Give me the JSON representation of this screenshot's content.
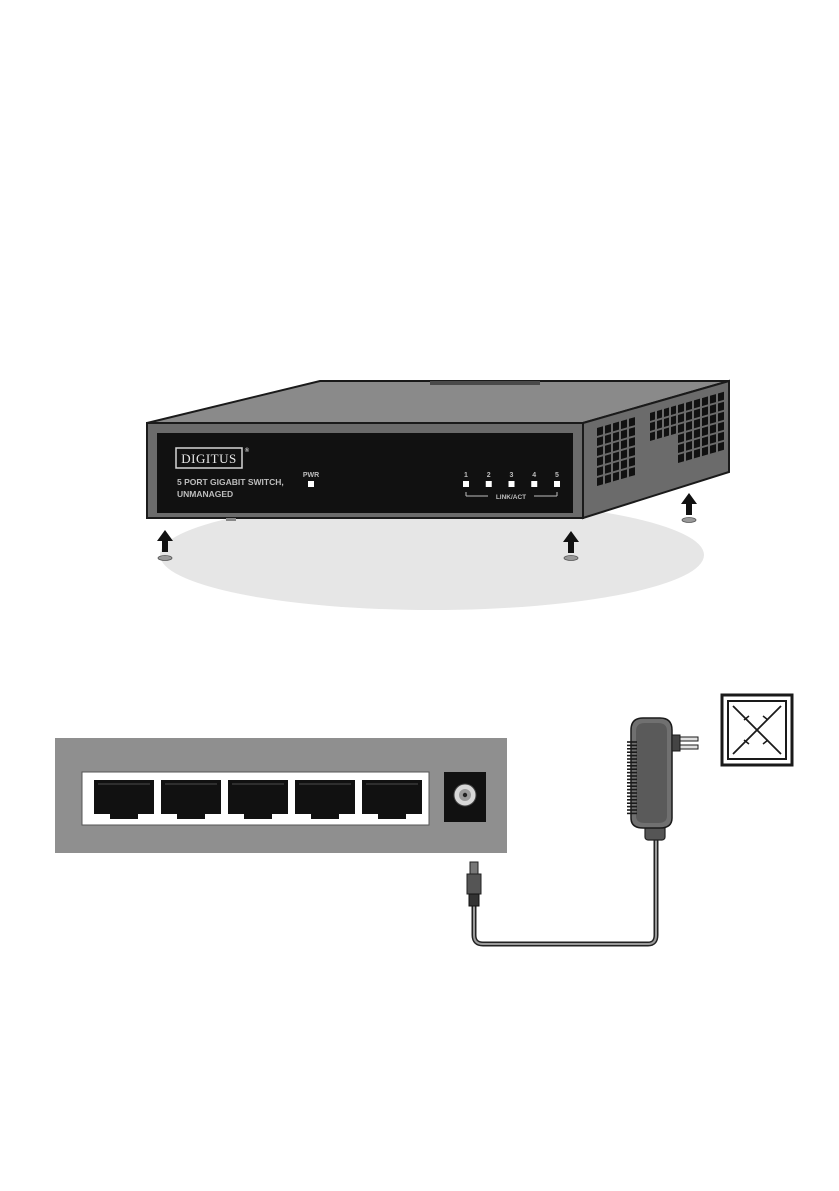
{
  "switch_front": {
    "brand": "DIGITUS",
    "brand_mark": "®",
    "model_line1": "5 PORT GIGABIT SWITCH,",
    "model_line2": "UNMANAGED",
    "power_label": "PWR",
    "port_numbers": [
      "1",
      "2",
      "3",
      "4",
      "5"
    ],
    "link_label": "LINK/ACT"
  },
  "rear_panel": {
    "rj45_port_count": 5,
    "power_jack": "dc-power-jack-icon"
  },
  "adapter": {
    "icon": "power-adapter-icon",
    "mark": "double-insulation-symbol-icon"
  },
  "colors": {
    "outline": "#1a1a1a",
    "front_panel": "#111111",
    "side_panel": "#6b6b6b",
    "top_panel": "#8a8a8a",
    "shadow": "#e6e6e6",
    "rear_panel": "#8f8f8f",
    "led": "#ffffff",
    "label_text": "#bdbdbd"
  }
}
